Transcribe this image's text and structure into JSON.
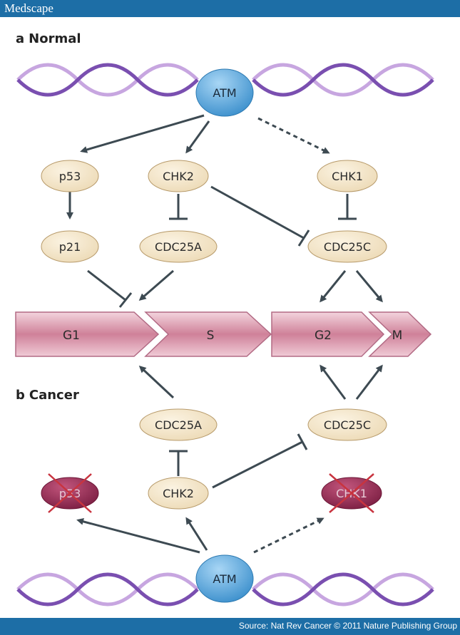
{
  "header": {
    "brand": "Medscape"
  },
  "footer": {
    "source": "Source: Nat Rev Cancer © 2011 Nature Publishing Group"
  },
  "panel_a": {
    "letter": "a",
    "title": "Normal"
  },
  "panel_b": {
    "letter": "b",
    "title": "Cancer"
  },
  "nodes": {
    "atm_top": "ATM",
    "p53": "p53",
    "chk2": "CHK2",
    "chk1": "CHK1",
    "p21": "p21",
    "cdc25a": "CDC25A",
    "cdc25c": "CDC25C",
    "cdc25a_b": "CDC25A",
    "cdc25c_b": "CDC25C",
    "p53_b": "p53",
    "chk2_b": "CHK2",
    "chk1_b": "CHK1",
    "atm_bottom": "ATM"
  },
  "phases": {
    "g1": "G1",
    "s": "S",
    "g2": "G2",
    "m": "M"
  },
  "colors": {
    "header_bar": "#1d6ea6",
    "node_fill": "#f3e4c6",
    "atm_fill": "#5aa9dd",
    "inactive_fill": "#9b2f57",
    "cross": "#c8343f",
    "phase_fill": "#d68fa2",
    "dna_light": "#c7a6e0",
    "dna_dark": "#7a4fb0",
    "line": "#3d4a52"
  }
}
